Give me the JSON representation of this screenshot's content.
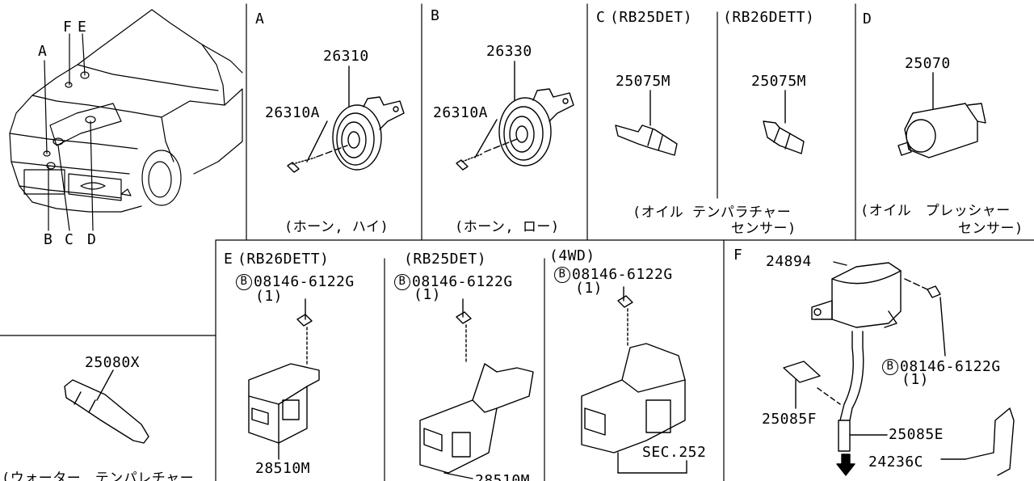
{
  "car": {
    "callout_A": "A",
    "callout_F": "F",
    "callout_E": "E",
    "callout_B": "B",
    "callout_C": "C",
    "callout_D": "D"
  },
  "panel_A": {
    "letter": "A",
    "part_horn": "26310",
    "part_bolt": "26310A",
    "caption": "(ホーン, ハイ)"
  },
  "panel_B": {
    "letter": "B",
    "part_horn": "26330",
    "part_bolt": "26310A",
    "caption": "(ホーン, ロー)"
  },
  "panel_C": {
    "letter": "C",
    "engine_1": "(RB25DET)",
    "engine_2": "(RB26DETT)",
    "part_1": "25075M",
    "part_2": "25075M",
    "caption_1": "(オイル テンパラチャー",
    "caption_2": "センサー)"
  },
  "panel_D": {
    "letter": "D",
    "part": "25070",
    "caption_1": "(オイル　プレッシャー",
    "caption_2": "センサー)"
  },
  "panel_water": {
    "part": "25080X",
    "caption": "(ウォーター　テンパレチャー"
  },
  "panel_E": {
    "letter": "E",
    "engine_1": "(RB26DETT)",
    "engine_2": "(RB25DET)",
    "engine_3": "(4WD)",
    "bolt_symbol": "B",
    "bolt_part": "08146-6122G",
    "bolt_qty": "(1)",
    "part_unit": "28510M",
    "sec_ref": "SEC.252"
  },
  "panel_F": {
    "letter": "F",
    "part_tank": "24894",
    "bolt_symbol": "B",
    "bolt_part": "08146-6122G",
    "bolt_qty": "(1)",
    "part_clip": "25085F",
    "part_hose": "25085E",
    "part_bracket": "24236C"
  }
}
